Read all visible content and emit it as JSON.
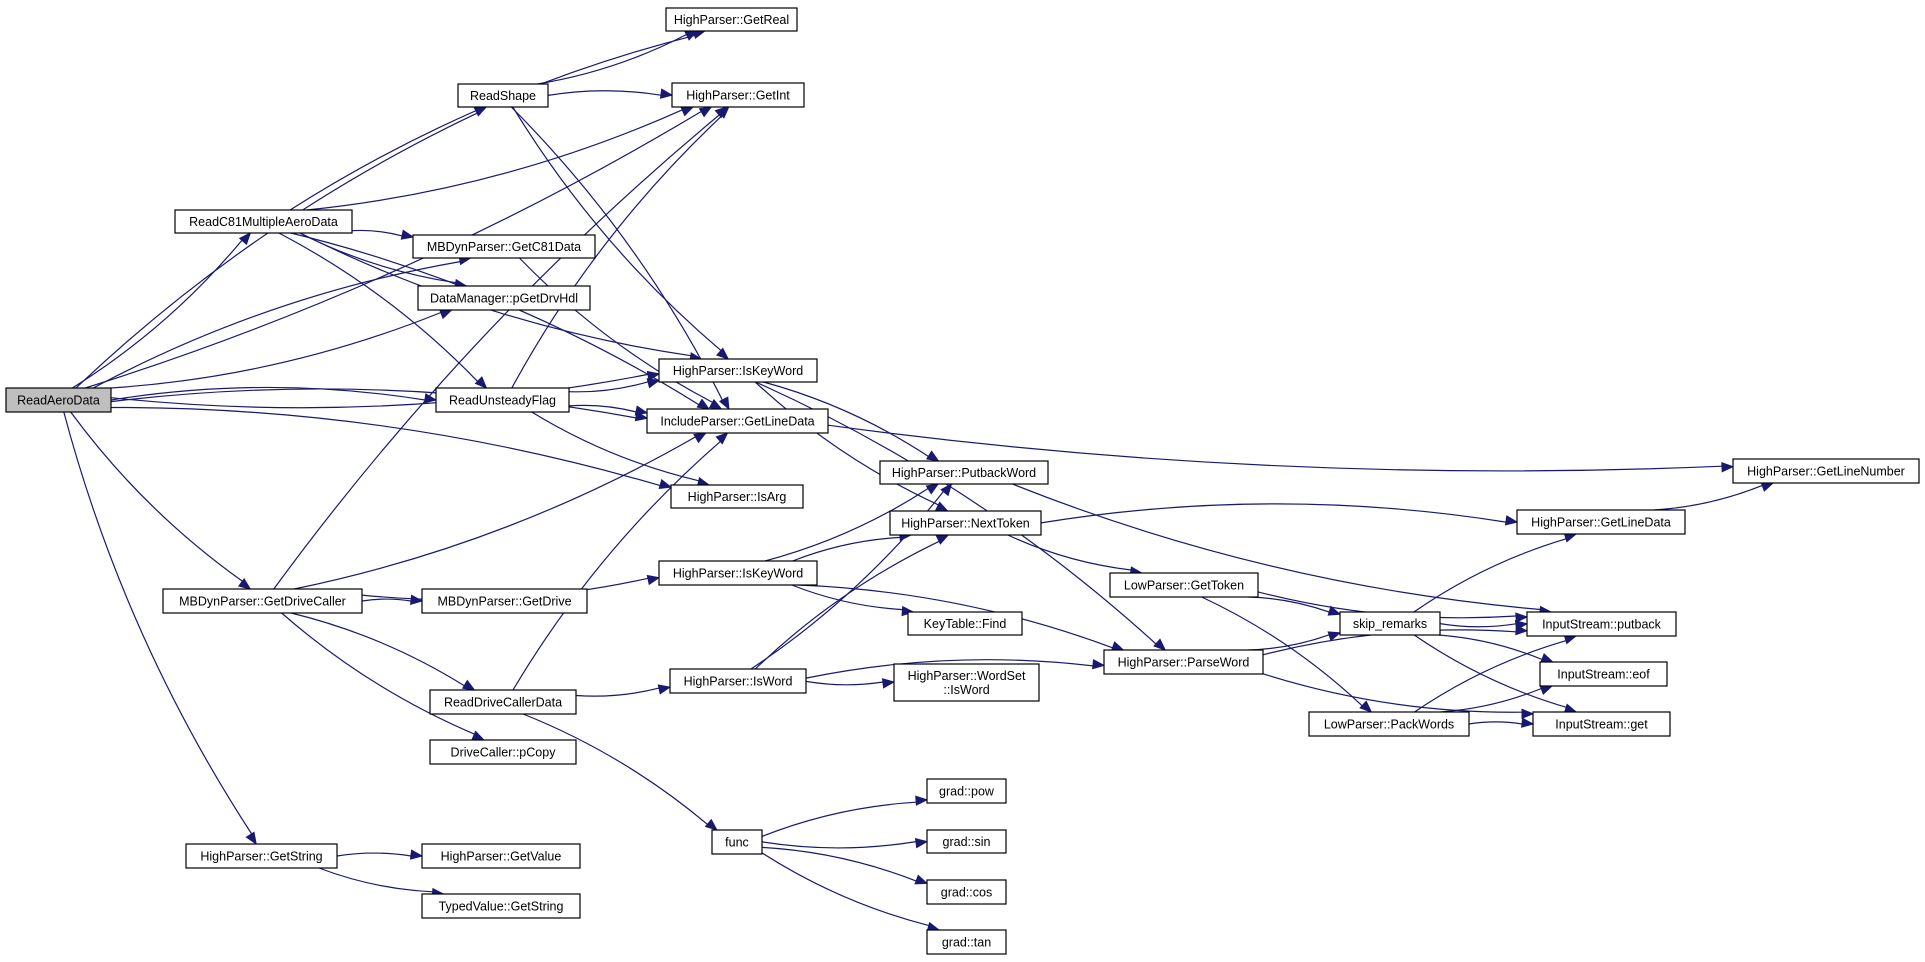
{
  "nodes": {
    "readaerodata": [
      "ReadAeroData"
    ],
    "readc81": [
      "ReadC81MultipleAeroData"
    ],
    "readshape": [
      "ReadShape"
    ],
    "getreal": [
      "HighParser::GetReal"
    ],
    "getint": [
      "HighParser::GetInt"
    ],
    "getc81data": [
      "MBDynParser::GetC81Data"
    ],
    "pgetdrvhdl": [
      "DataManager::pGetDrvHdl"
    ],
    "readunsteady": [
      "ReadUnsteadyFlag"
    ],
    "iskeyword1": [
      "HighParser::IsKeyWord"
    ],
    "getlinedata_inc": [
      "IncludeParser::GetLineData"
    ],
    "isarg": [
      "HighParser::IsArg"
    ],
    "putbackword_hp": [
      "HighParser::PutbackWord"
    ],
    "nexttoken": [
      "HighParser::NextToken"
    ],
    "iskeyword2": [
      "HighParser::IsKeyWord"
    ],
    "keytablefind": [
      "KeyTable::Find"
    ],
    "getdrivecaller": [
      "MBDynParser::GetDriveCaller"
    ],
    "getdrive": [
      "MBDynParser::GetDrive"
    ],
    "readdrivecallerdata": [
      "ReadDriveCallerData"
    ],
    "isword": [
      "HighParser::IsWord"
    ],
    "wordsetisword": [
      "HighParser::WordSet",
      "::IsWord"
    ],
    "pcopy": [
      "DriveCaller::pCopy"
    ],
    "gettoken": [
      "LowParser::GetToken"
    ],
    "parseword": [
      "HighParser::ParseWord"
    ],
    "skipremarks": [
      "skip_remarks"
    ],
    "packwords": [
      "LowParser::PackWords"
    ],
    "getlinedata_hp": [
      "HighParser::GetLineData"
    ],
    "getlinenumber": [
      "HighParser::GetLineNumber"
    ],
    "putback_is": [
      "InputStream::putback"
    ],
    "eof": [
      "InputStream::eof"
    ],
    "get": [
      "InputStream::get"
    ],
    "func": [
      "func"
    ],
    "gradpow": [
      "grad::pow"
    ],
    "gradsin": [
      "grad::sin"
    ],
    "gradcos": [
      "grad::cos"
    ],
    "gradtan": [
      "grad::tan"
    ],
    "getstring_hp": [
      "HighParser::GetString"
    ],
    "getvalue": [
      "HighParser::GetValue"
    ],
    "getstring_tv": [
      "TypedValue::GetString"
    ]
  },
  "edges": [
    [
      "readaerodata",
      "getint"
    ],
    [
      "readaerodata",
      "readshape"
    ],
    [
      "readaerodata",
      "readc81"
    ],
    [
      "readaerodata",
      "getc81data"
    ],
    [
      "readaerodata",
      "pgetdrvhdl"
    ],
    [
      "readaerodata",
      "readunsteady"
    ],
    [
      "readaerodata",
      "iskeyword1"
    ],
    [
      "readaerodata",
      "getlinedata_inc"
    ],
    [
      "readaerodata",
      "getdrivecaller"
    ],
    [
      "readaerodata",
      "isarg"
    ],
    [
      "readaerodata",
      "getstring_hp"
    ],
    [
      "readc81",
      "getreal"
    ],
    [
      "readc81",
      "getint"
    ],
    [
      "readc81",
      "getc81data"
    ],
    [
      "readc81",
      "pgetdrvhdl"
    ],
    [
      "readc81",
      "readunsteady"
    ],
    [
      "readc81",
      "iskeyword1"
    ],
    [
      "readc81",
      "getlinedata_inc"
    ],
    [
      "readshape",
      "getreal"
    ],
    [
      "readshape",
      "getint"
    ],
    [
      "readshape",
      "iskeyword1"
    ],
    [
      "readshape",
      "getlinedata_inc"
    ],
    [
      "getc81data",
      "getlinedata_inc"
    ],
    [
      "readunsteady",
      "getint"
    ],
    [
      "readunsteady",
      "iskeyword1"
    ],
    [
      "readunsteady",
      "getlinedata_inc"
    ],
    [
      "readunsteady",
      "isarg"
    ],
    [
      "iskeyword1",
      "putbackword_hp"
    ],
    [
      "iskeyword1",
      "nexttoken"
    ],
    [
      "iskeyword1",
      "parseword"
    ],
    [
      "getlinedata_inc",
      "getlinenumber"
    ],
    [
      "getdrivecaller",
      "getint"
    ],
    [
      "getdrivecaller",
      "getlinedata_inc"
    ],
    [
      "getdrivecaller",
      "getdrive"
    ],
    [
      "getdrivecaller",
      "iskeyword2"
    ],
    [
      "getdrivecaller",
      "readdrivecallerdata"
    ],
    [
      "getdrivecaller",
      "pcopy"
    ],
    [
      "readdrivecallerdata",
      "getlinedata_inc"
    ],
    [
      "readdrivecallerdata",
      "isword"
    ],
    [
      "readdrivecallerdata",
      "func"
    ],
    [
      "iskeyword2",
      "putbackword_hp"
    ],
    [
      "iskeyword2",
      "nexttoken"
    ],
    [
      "iskeyword2",
      "keytablefind"
    ],
    [
      "iskeyword2",
      "parseword"
    ],
    [
      "isword",
      "putbackword_hp"
    ],
    [
      "isword",
      "nexttoken"
    ],
    [
      "isword",
      "wordsetisword"
    ],
    [
      "isword",
      "parseword"
    ],
    [
      "putbackword_hp",
      "putback_is"
    ],
    [
      "nexttoken",
      "getlinedata_hp"
    ],
    [
      "nexttoken",
      "gettoken"
    ],
    [
      "gettoken",
      "skipremarks"
    ],
    [
      "gettoken",
      "putback_is"
    ],
    [
      "gettoken",
      "packwords"
    ],
    [
      "parseword",
      "skipremarks"
    ],
    [
      "parseword",
      "putback_is"
    ],
    [
      "parseword",
      "get"
    ],
    [
      "skipremarks",
      "getlinedata_hp"
    ],
    [
      "skipremarks",
      "putback_is"
    ],
    [
      "skipremarks",
      "eof"
    ],
    [
      "skipremarks",
      "get"
    ],
    [
      "packwords",
      "putback_is"
    ],
    [
      "packwords",
      "eof"
    ],
    [
      "packwords",
      "get"
    ],
    [
      "getlinedata_hp",
      "getlinenumber"
    ],
    [
      "func",
      "gradpow"
    ],
    [
      "func",
      "gradsin"
    ],
    [
      "func",
      "gradcos"
    ],
    [
      "func",
      "gradtan"
    ],
    [
      "getstring_hp",
      "getvalue"
    ],
    [
      "getstring_hp",
      "getstring_tv"
    ]
  ]
}
